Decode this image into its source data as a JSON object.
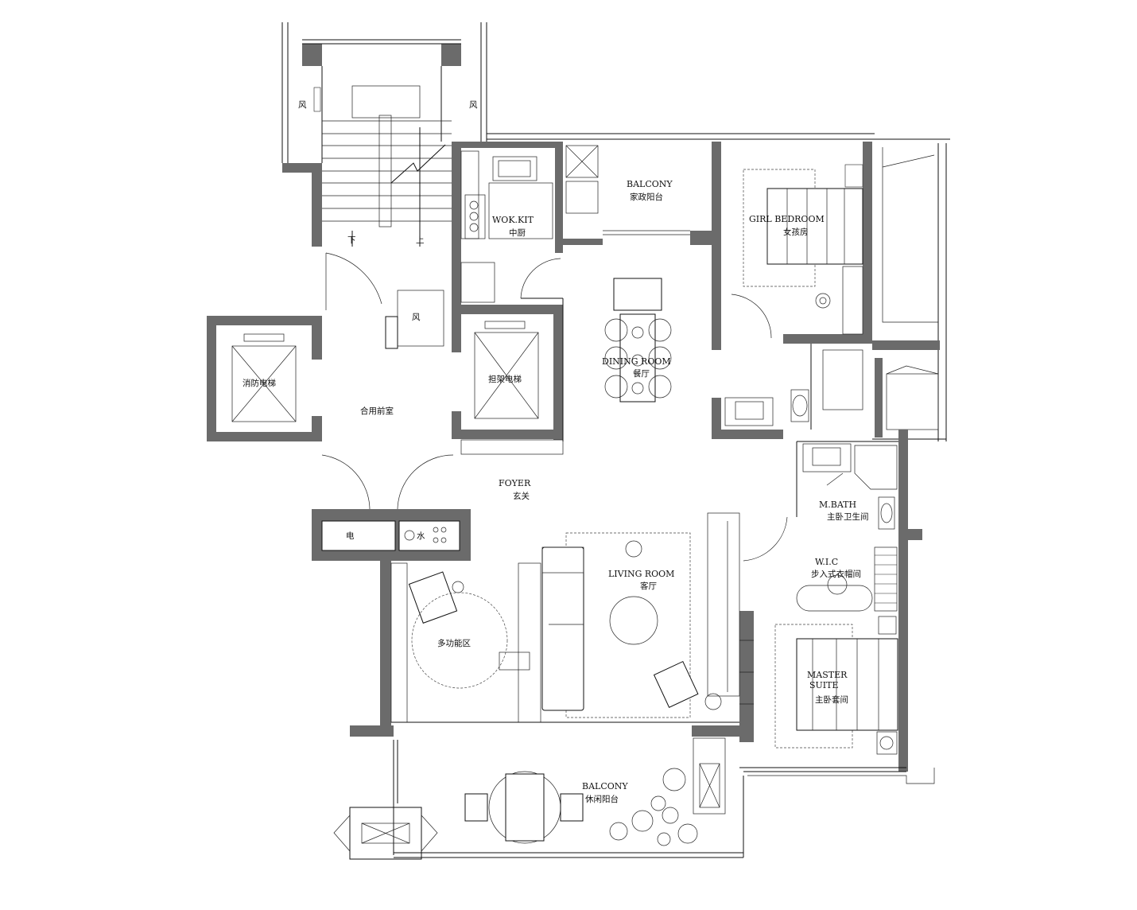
{
  "rooms": {
    "wok_kitchen": {
      "en": "WOK.KIT",
      "cn": "中厨"
    },
    "service_balcony": {
      "en": "BALCONY",
      "cn": "家政阳台"
    },
    "girl_bedroom": {
      "en": "GIRL BEDROOM",
      "cn": "女孩房"
    },
    "dining_room": {
      "en": "DINING ROOM",
      "cn": "餐厅"
    },
    "shared_lobby": {
      "cn": "合用前室"
    },
    "fire_elevator": {
      "cn": "消防电梯"
    },
    "stretcher_elevator": {
      "cn": "担架电梯"
    },
    "foyer": {
      "en": "FOYER",
      "cn": "玄关"
    },
    "living_room": {
      "en": "LIVING ROOM",
      "cn": "客厅"
    },
    "multi_function": {
      "cn": "多功能区"
    },
    "master_bath": {
      "en": "M.BATH",
      "cn": "主卧卫生间"
    },
    "walk_in_closet": {
      "en": "W.I.C",
      "cn": "步入式衣帽间"
    },
    "master_suite": {
      "en_line1": "MASTER",
      "en_line2": "SUITE",
      "cn": "主卧套间"
    },
    "leisure_balcony": {
      "en": "BALCONY",
      "cn": "休闲阳台"
    }
  },
  "marks": {
    "vent_left": "风",
    "vent_right": "风",
    "vent_shaft": "风",
    "stair_down": "下",
    "stair_up": "上",
    "electric": "电",
    "water": "水"
  }
}
